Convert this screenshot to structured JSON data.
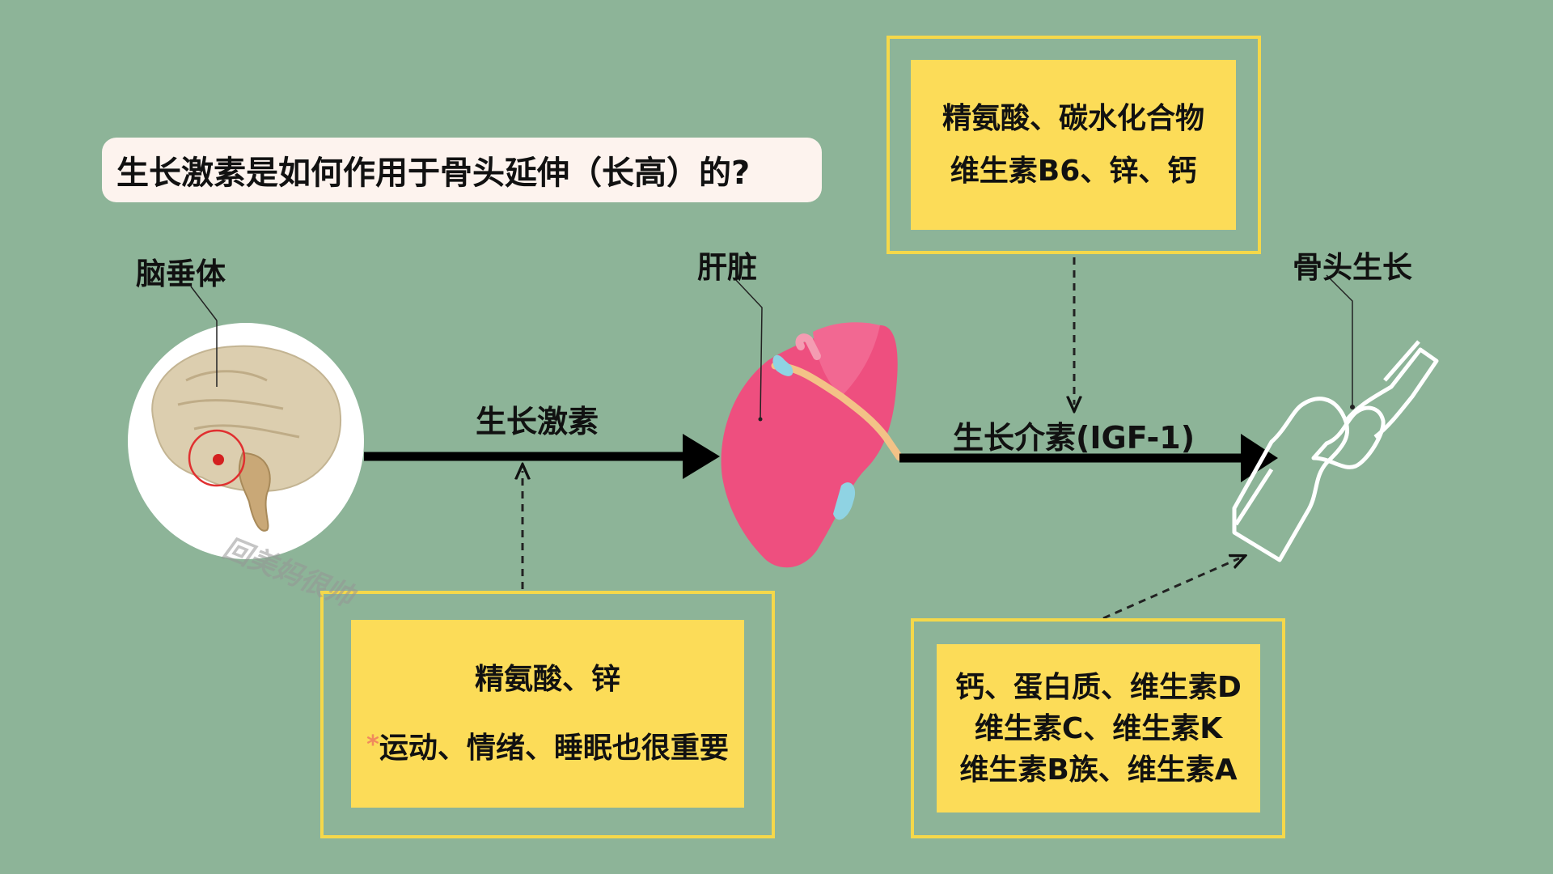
{
  "title": "生长激素是如何作用于骨头延伸（长高）的?",
  "labels": {
    "pituitary": "脑垂体",
    "liver": "肝脏",
    "bone": "骨头生长",
    "growth_hormone": "生长激素",
    "igf": "生长介素(IGF-1)"
  },
  "boxes": {
    "top": {
      "lines": [
        "精氨酸、碳水化合物",
        "维生素B6、锌、钙"
      ]
    },
    "bottom_left": {
      "line1": "精氨酸、锌",
      "star": "*",
      "line2": "运动、情绪、睡眠也很重要"
    },
    "bottom_right": {
      "lines": [
        "钙、蛋白质、维生素D",
        "维生素C、维生素K",
        "维生素B族、维生素A"
      ]
    }
  },
  "watermark": "回美妈很帅",
  "colors": {
    "background": "#8db498",
    "box_fill": "#fcdc58",
    "box_frame": "#f5d84a",
    "title_pill": "#fdf3ee",
    "liver": "#ee4f7f",
    "arrow": "#000000"
  },
  "icons": [
    "brain-icon",
    "liver-icon",
    "bone-joint-icon"
  ]
}
